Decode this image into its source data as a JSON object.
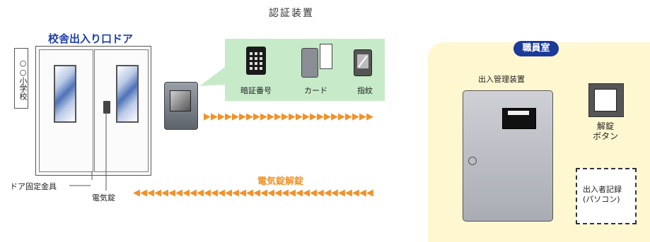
{
  "title": "認証装置",
  "school": {
    "door_title": "校舎出入り口ドア",
    "school_name": "○○小学校",
    "door_fixture_label": "ドア固定金具",
    "electric_lock_label": "電気錠"
  },
  "auth_methods": [
    {
      "label": "暗証番号",
      "icon": "keypad-icon"
    },
    {
      "label": "カード",
      "icon": "card-reader-icon"
    },
    {
      "label": "指紋",
      "icon": "fingerprint-reader-icon"
    }
  ],
  "staff_room": {
    "label": "職員室",
    "manager_label": "出入管理装置",
    "release_button_label": "解錠\nボタン",
    "record_label": "出入者記録\n(パソコン)"
  },
  "unlock_label": "電気錠解錠",
  "colors": {
    "title_blue": "#1f3fa8",
    "staff_badge": "#1c3a99",
    "bubble_green": "#c7ebc9",
    "staff_room_bg": "#fff7cf",
    "arrow_orange": "#f0922b"
  }
}
